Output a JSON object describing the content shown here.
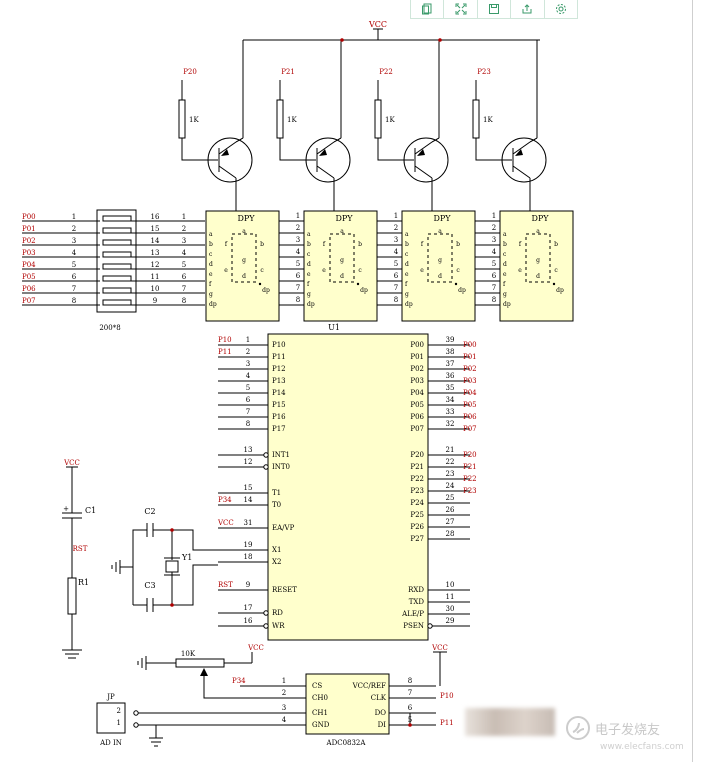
{
  "toolbar": {
    "icons": [
      "copy-icon",
      "expand-icon",
      "save-icon",
      "share-icon",
      "settings-icon"
    ]
  },
  "vcc_top": "VCC",
  "transistors": [
    {
      "base": "P20",
      "r": "1K"
    },
    {
      "base": "P21",
      "r": "1K"
    },
    {
      "base": "P22",
      "r": "1K"
    },
    {
      "base": "P23",
      "r": "1K"
    }
  ],
  "dpy": {
    "title": "DPY",
    "pins": [
      "a",
      "b",
      "c",
      "d",
      "e",
      "f",
      "g",
      "dp"
    ],
    "segs": [
      "a",
      "b",
      "c",
      "d",
      "e",
      "f",
      "g",
      "dp"
    ]
  },
  "port0": {
    "left": [
      "P00",
      "P01",
      "P02",
      "P03",
      "P04",
      "P05",
      "P06",
      "P07"
    ],
    "left_nums": [
      "1",
      "2",
      "3",
      "4",
      "5",
      "6",
      "7",
      "8"
    ],
    "rn_nums": [
      "16",
      "15",
      "14",
      "13",
      "12",
      "11",
      "10",
      "9"
    ],
    "dpy_nums": [
      "1",
      "2",
      "3",
      "4",
      "5",
      "6",
      "7",
      "8"
    ],
    "rn_label": "200*8"
  },
  "u1": {
    "label": "U1",
    "left": [
      {
        "num": "1",
        "pin": "P10",
        "net": "P10"
      },
      {
        "num": "2",
        "pin": "P11",
        "net": "P11"
      },
      {
        "num": "3",
        "pin": "P12",
        "net": ""
      },
      {
        "num": "4",
        "pin": "P13",
        "net": ""
      },
      {
        "num": "5",
        "pin": "P14",
        "net": ""
      },
      {
        "num": "6",
        "pin": "P15",
        "net": ""
      },
      {
        "num": "7",
        "pin": "P16",
        "net": ""
      },
      {
        "num": "8",
        "pin": "P17",
        "net": ""
      },
      {
        "num": "13",
        "pin": "INT1",
        "net": ""
      },
      {
        "num": "12",
        "pin": "INT0",
        "net": ""
      },
      {
        "num": "15",
        "pin": "T1",
        "net": ""
      },
      {
        "num": "14",
        "pin": "T0",
        "net": "P34"
      },
      {
        "num": "31",
        "pin": "EA/VP",
        "net": "VCC"
      },
      {
        "num": "19",
        "pin": "X1",
        "net": ""
      },
      {
        "num": "18",
        "pin": "X2",
        "net": ""
      },
      {
        "num": "9",
        "pin": "RESET",
        "net": "RST"
      },
      {
        "num": "17",
        "pin": "RD",
        "net": ""
      },
      {
        "num": "16",
        "pin": "WR",
        "net": ""
      }
    ],
    "right": [
      {
        "num": "39",
        "pin": "P00",
        "net": "P00"
      },
      {
        "num": "38",
        "pin": "P01",
        "net": "P01"
      },
      {
        "num": "37",
        "pin": "P02",
        "net": "P02"
      },
      {
        "num": "36",
        "pin": "P03",
        "net": "P03"
      },
      {
        "num": "35",
        "pin": "P04",
        "net": "P04"
      },
      {
        "num": "34",
        "pin": "P05",
        "net": "P05"
      },
      {
        "num": "33",
        "pin": "P06",
        "net": "P06"
      },
      {
        "num": "32",
        "pin": "P07",
        "net": "P07"
      },
      {
        "num": "21",
        "pin": "P20",
        "net": "P20"
      },
      {
        "num": "22",
        "pin": "P21",
        "net": "P21"
      },
      {
        "num": "23",
        "pin": "P22",
        "net": "P22"
      },
      {
        "num": "24",
        "pin": "P23",
        "net": "P23"
      },
      {
        "num": "25",
        "pin": "P24",
        "net": ""
      },
      {
        "num": "26",
        "pin": "P25",
        "net": ""
      },
      {
        "num": "27",
        "pin": "P26",
        "net": ""
      },
      {
        "num": "28",
        "pin": "P27",
        "net": ""
      },
      {
        "num": "10",
        "pin": "RXD",
        "net": ""
      },
      {
        "num": "11",
        "pin": "TXD",
        "net": ""
      },
      {
        "num": "30",
        "pin": "ALE/P",
        "net": ""
      },
      {
        "num": "29",
        "pin": "PSEN",
        "net": ""
      }
    ]
  },
  "reset": {
    "vcc": "VCC",
    "c1": "C1",
    "rst": "RST",
    "r1": "R1"
  },
  "crystal": {
    "c2": "C2",
    "c3": "C3",
    "y1": "Y1"
  },
  "pot": {
    "label": "10K",
    "vcc": "VCC"
  },
  "adc": {
    "label": "ADC0832A",
    "vcc": "VCC",
    "left": [
      {
        "num": "1",
        "pin": "CS",
        "net": "P34"
      },
      {
        "num": "2",
        "pin": "CH0",
        "net": ""
      },
      {
        "num": "3",
        "pin": "CH1",
        "net": ""
      },
      {
        "num": "4",
        "pin": "GND",
        "net": ""
      }
    ],
    "right": [
      {
        "num": "8",
        "pin": "VCC/REF",
        "net": ""
      },
      {
        "num": "7",
        "pin": "CLK",
        "net": "P10"
      },
      {
        "num": "6",
        "pin": "DO",
        "net": ""
      },
      {
        "num": "5",
        "pin": "DI",
        "net": "P11"
      }
    ]
  },
  "jp": {
    "label": "JP",
    "name": "AD IN",
    "pins": [
      "2",
      "1"
    ]
  },
  "watermark": {
    "text": "电子发烧友",
    "url": "www.elecfans.com"
  },
  "colors": {
    "line": "#000000",
    "net": "#b00000",
    "fill": "#ffffcc",
    "pin": "#000080"
  }
}
